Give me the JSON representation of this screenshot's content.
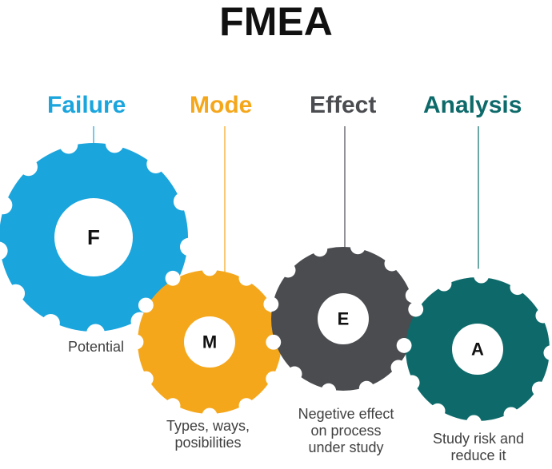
{
  "title": "FMEA",
  "stages": [
    {
      "word": "Failure",
      "letter": "F",
      "description": "Potential",
      "color": "#1aa5dd"
    },
    {
      "word": "Mode",
      "letter": "M",
      "description": "Types, ways,\nposibilities",
      "color": "#f5a71c"
    },
    {
      "word": "Effect",
      "letter": "E",
      "description": "Negetive effect\non process\nunder study",
      "color": "#4a4c50"
    },
    {
      "word": "Analysis",
      "letter": "A",
      "description": "Study risk and\nreduce it",
      "color": "#0e6a6a"
    }
  ]
}
